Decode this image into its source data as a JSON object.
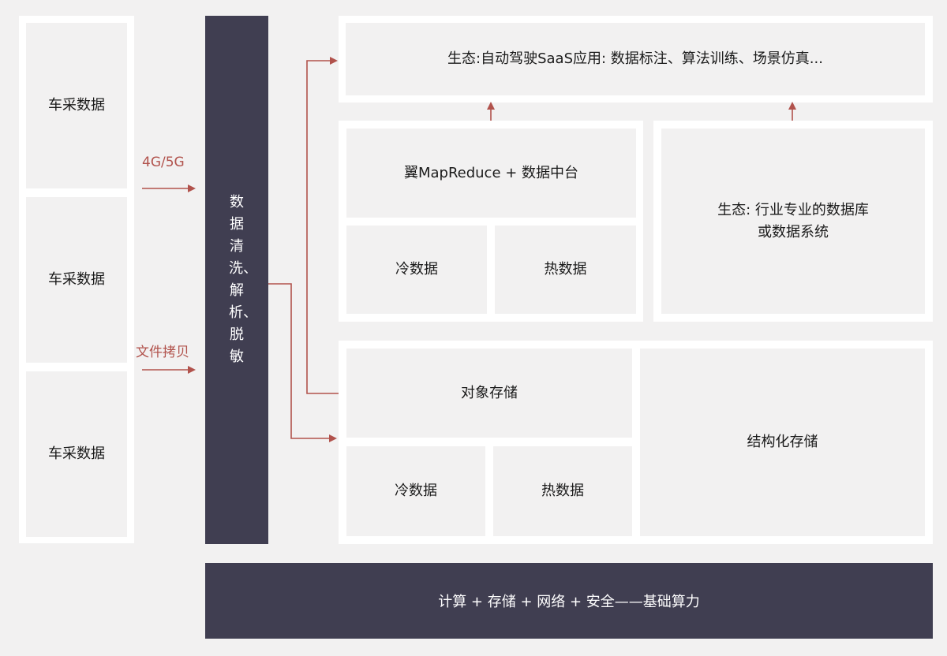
{
  "colors": {
    "background": "#f2f1f1",
    "panel": "#ffffff",
    "dark": "#403e51",
    "accent": "#b1524c"
  },
  "sources": [
    "车采数据",
    "车采数据",
    "车采数据"
  ],
  "transfer": {
    "top_label": "4G/5G",
    "bottom_label": "文件拷贝"
  },
  "processing": {
    "label": "数据清洗、解析、脱敏"
  },
  "ecosystem_top": "生态:自动驾驶SaaS应用: 数据标注、算法训练、场景仿真...",
  "mapreduce": {
    "title": "翼MapReduce + 数据中台",
    "cold": "冷数据",
    "hot": "热数据"
  },
  "ecosystem_right": {
    "line1": "生态: 行业专业的数据库",
    "line2": "或数据系统"
  },
  "object_storage": {
    "title": "对象存储",
    "cold": "冷数据",
    "hot": "热数据"
  },
  "structured_storage": "结构化存储",
  "foundation": "计算 + 存储 + 网络 + 安全——基础算力"
}
